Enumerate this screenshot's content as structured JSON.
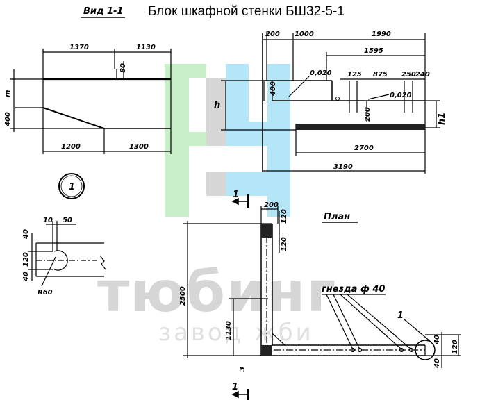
{
  "title": "Блок шкафной стенки БШ32-5-1",
  "view_label": "Вид 1-1",
  "plan_label": "План",
  "section_mark": "1",
  "callout_1": "1",
  "sockets_label": "гнезда ф 40",
  "watermark": {
    "main": "тюбинг",
    "sub": "завод жби"
  },
  "colors": {
    "line": "#000000",
    "watermark_green": "#c9efc9",
    "watermark_blue": "#b4e6f8",
    "watermark_gray": "#d6d6d6"
  },
  "left_view": {
    "top_dims": [
      "1370",
      "1130"
    ],
    "notch": "80",
    "left_dims": [
      "400",
      "m"
    ],
    "bottom_dims": [
      "1200",
      "1300"
    ]
  },
  "right_view": {
    "top_dims": [
      "200",
      "1000",
      "1990"
    ],
    "dim_1595": "1595",
    "sub_dims": [
      "125",
      "875",
      "250",
      "240"
    ],
    "slope_1": "0,020",
    "slope_2": "0,020",
    "dim_400": "400",
    "dim_200": "200",
    "h_label": "h",
    "h1_label": "h1",
    "bottom_dims": [
      "2700",
      "3190"
    ]
  },
  "detail": {
    "circle_label": "1",
    "top_dims": [
      "10",
      "50"
    ],
    "left_dims": [
      "40",
      "120",
      "40"
    ],
    "radius": "R60"
  },
  "plan": {
    "top_dims": [
      "200",
      "120",
      "120"
    ],
    "left_dim": "2500",
    "dim_1130": "1130",
    "dim_3": "3",
    "right_dims": [
      "40",
      "120",
      "40"
    ]
  }
}
